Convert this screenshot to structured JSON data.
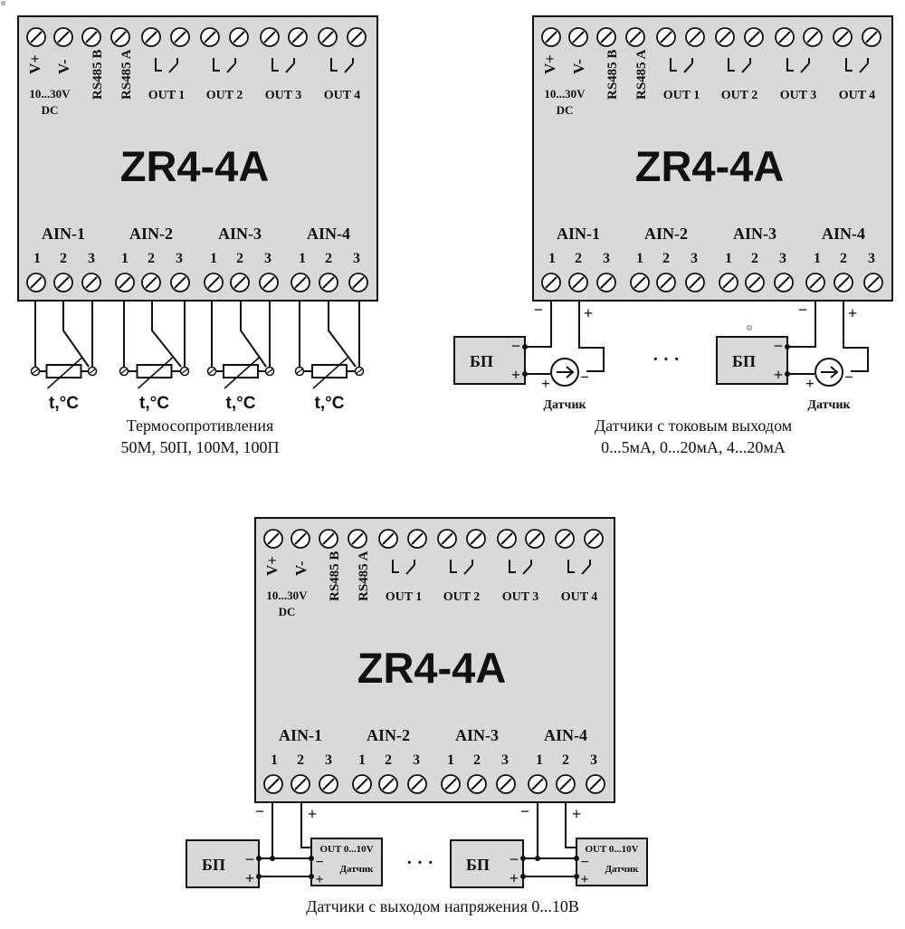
{
  "device": {
    "model": "ZR4-4A",
    "power_plus": "V+",
    "power_minus": "V-",
    "voltage_range": "10...30V",
    "voltage_type": "DC",
    "rs485_b": "RS485 B",
    "rs485_a": "RS485 A",
    "outputs": [
      "OUT 1",
      "OUT 2",
      "OUT 3",
      "OUT 4"
    ],
    "inputs": [
      "AIN-1",
      "AIN-2",
      "AIN-3",
      "AIN-4"
    ],
    "pin_numbers": [
      "1",
      "2",
      "3"
    ]
  },
  "diagram_rtd": {
    "sensor_label": "t,°C",
    "caption_line1": "Термосопротивления",
    "caption_line2": "50М, 50П, 100М, 100П"
  },
  "diagram_current": {
    "psu_label": "БП",
    "sensor_label": "Датчик",
    "ellipsis": "· · ·",
    "caption_line1": "Датчики с токовым выходом",
    "caption_line2": "0...5мА, 0...20мА, 4...20мА"
  },
  "diagram_voltage": {
    "psu_label": "БП",
    "sensor_label": "Датчик",
    "sensor_output": "OUT 0...10V",
    "ellipsis": "· · ·",
    "caption": "Датчики с выходом напряжения 0...10В"
  },
  "polarity": {
    "plus": "+",
    "minus": "−"
  }
}
